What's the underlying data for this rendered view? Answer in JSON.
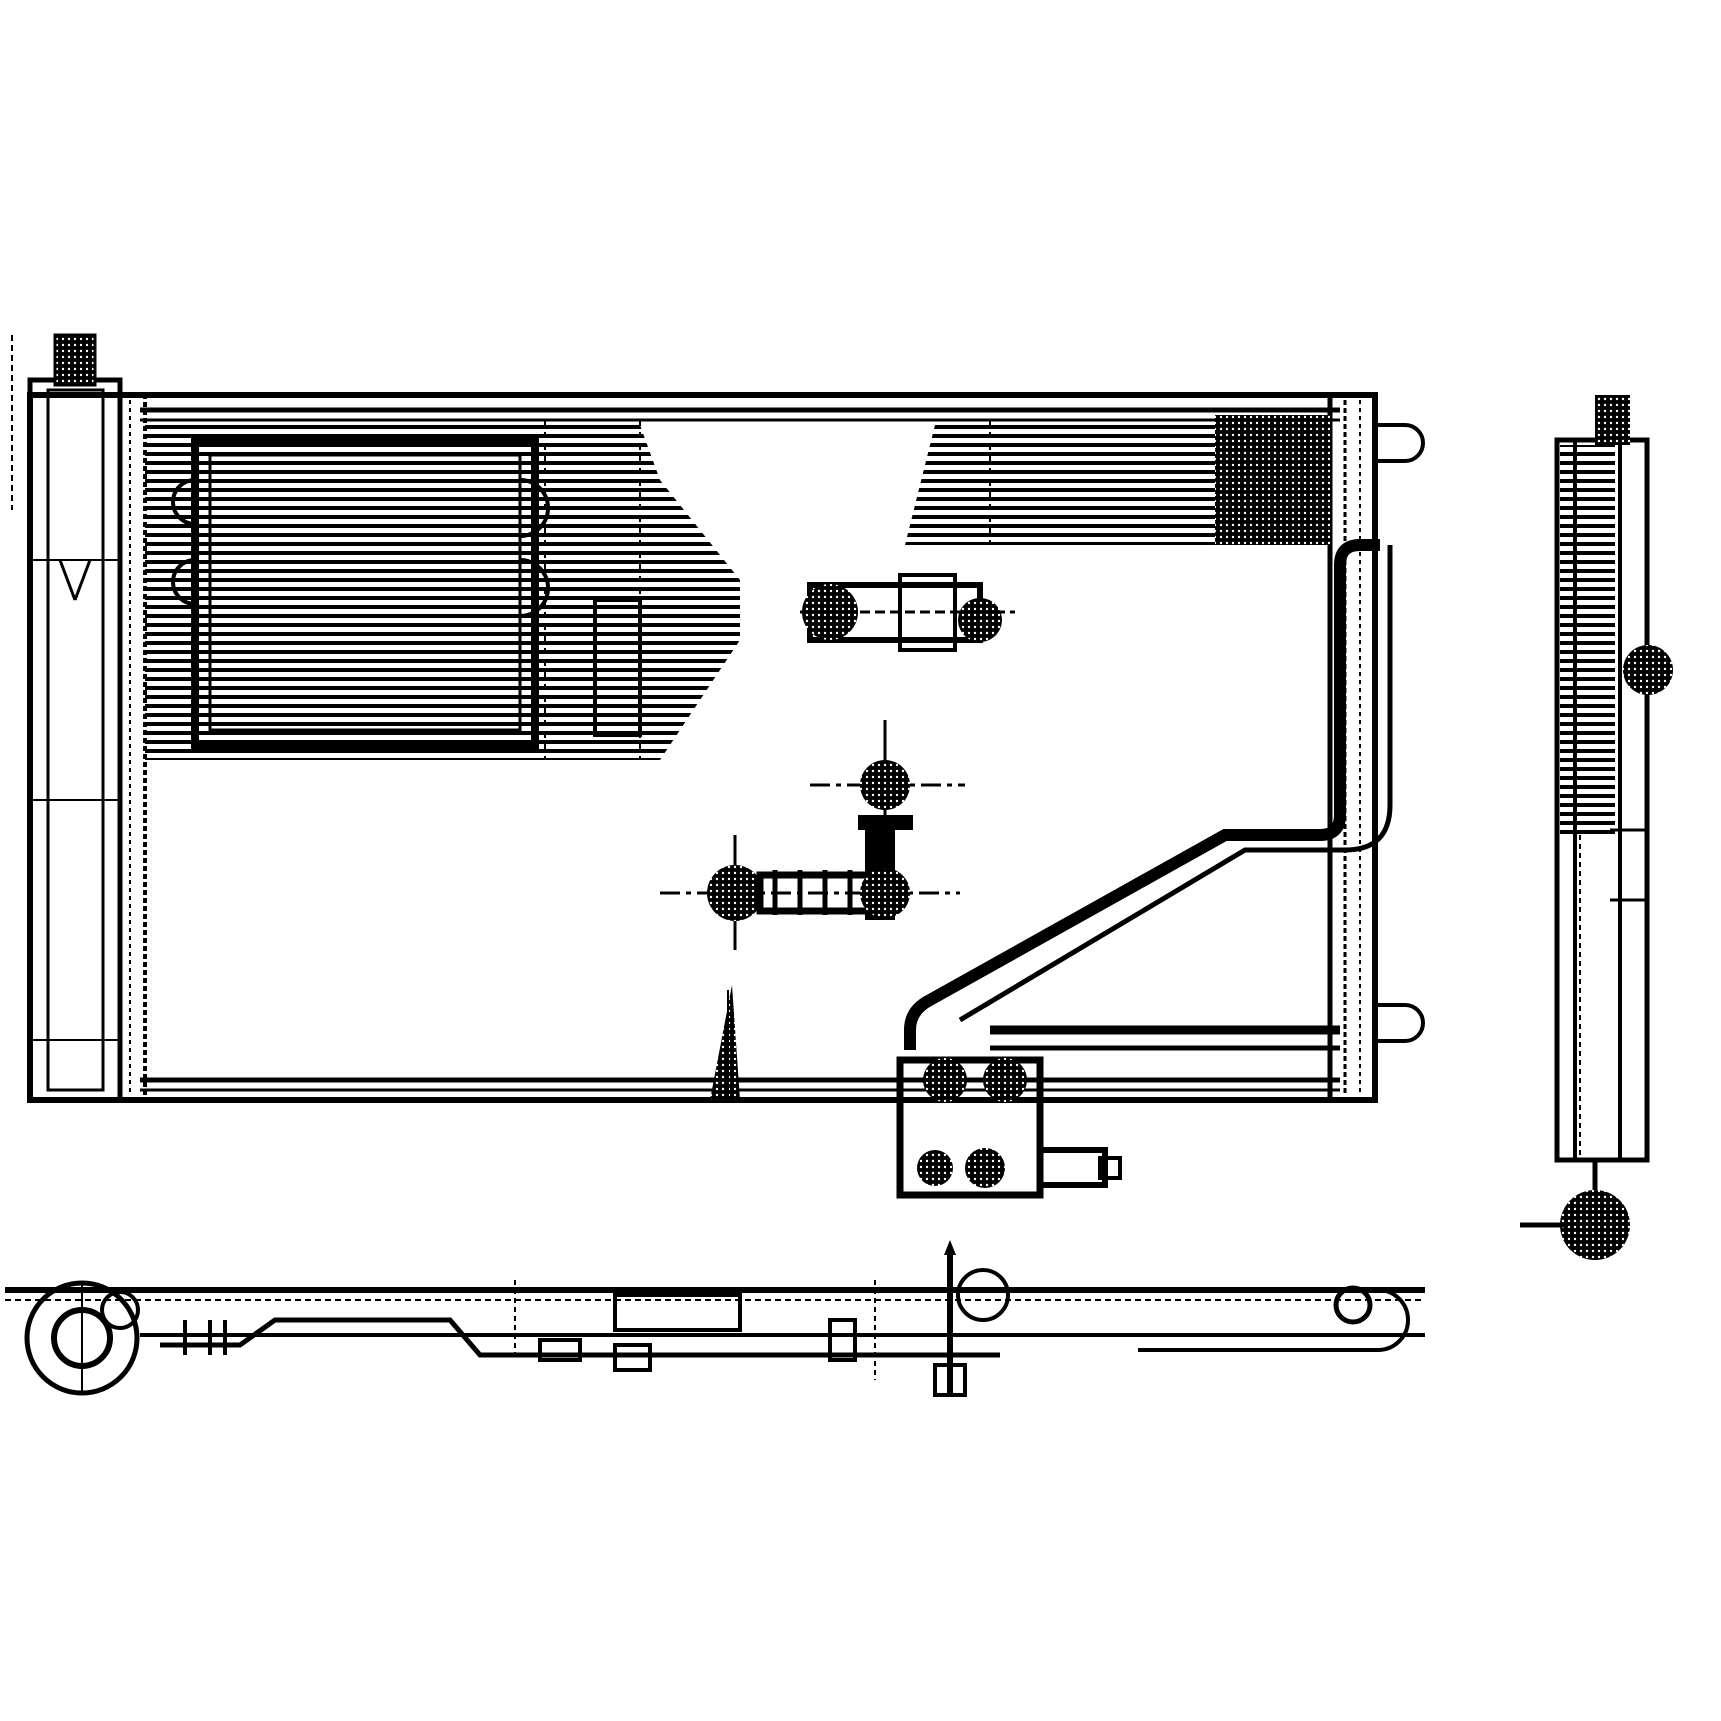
{
  "drawing": {
    "subject": "ac-condenser-technical-drawing",
    "views": [
      "front-view",
      "side-view",
      "bottom-view"
    ]
  },
  "colors": {
    "ink": "#000000",
    "paper": "#ffffff"
  }
}
